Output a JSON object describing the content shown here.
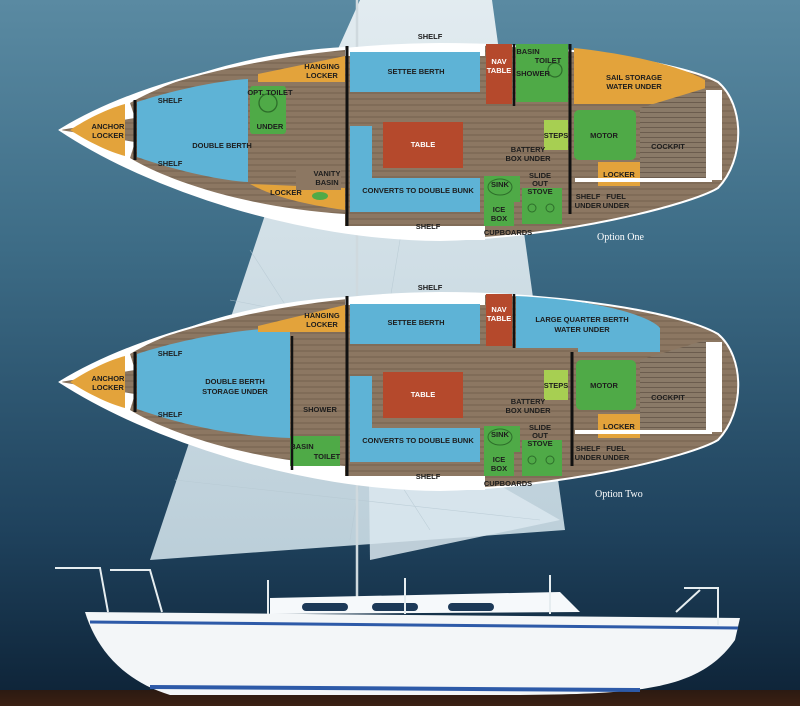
{
  "colors": {
    "background_top": "#4f7c93",
    "background_bottom": "#0d2236",
    "sail": "#e6eef2",
    "hull_outline": "#ffffff",
    "berth_blue": "#5eb3d6",
    "locker_orange": "#e3a33b",
    "engine_green": "#4faa47",
    "table_red": "#b5492c",
    "teak_floor": "#8a7661",
    "hull_stripe": "#2d5aa8"
  },
  "option_one": {
    "caption": "Option One",
    "labels": {
      "shelf_top": "SHELF",
      "nav_table": [
        "NAV",
        "TABLE"
      ],
      "basin": "BASIN",
      "toilet": "TOILET",
      "shower": "SHOWER",
      "hanging_locker": [
        "HANGING",
        "LOCKER"
      ],
      "settee_berth": "SETTEE BERTH",
      "sail_storage": [
        "SAIL STORAGE",
        "WATER UNDER"
      ],
      "shelf_fwd_port": "SHELF",
      "opt_toilet": "OPT. TOILET",
      "under": "UNDER",
      "anchor_locker": [
        "ANCHOR",
        "LOCKER"
      ],
      "double_berth": "DOUBLE BERTH",
      "table": "TABLE",
      "steps": "STEPS",
      "motor": "MOTOR",
      "battery_box": [
        "BATTERY",
        "BOX UNDER"
      ],
      "cockpit": "COCKPIT",
      "shelf_fwd_stbd": "SHELF",
      "vanity_basin": [
        "VANITY",
        "BASIN"
      ],
      "locker_fwd": "LOCKER",
      "converts": "CONVERTS TO DOUBLE BUNK",
      "sink": "SINK",
      "slide_out_stove": [
        "SLIDE",
        "OUT",
        "STOVE"
      ],
      "locker_aft": "LOCKER",
      "ice_box": [
        "ICE",
        "BOX"
      ],
      "shelf_under": [
        "SHELF",
        "UNDER"
      ],
      "fuel_under": [
        "FUEL",
        "UNDER"
      ],
      "shelf_bottom": "SHELF",
      "cupboards": "CUPBOARDS"
    }
  },
  "option_two": {
    "caption": "Option Two",
    "labels": {
      "shelf_top": "SHELF",
      "nav_table": [
        "NAV",
        "TABLE"
      ],
      "hanging_locker": [
        "HANGING",
        "LOCKER"
      ],
      "settee_berth": "SETTEE BERTH",
      "quarter_berth": [
        "LARGE QUARTER BERTH",
        "WATER UNDER"
      ],
      "shelf_fwd_port": "SHELF",
      "anchor_locker": [
        "ANCHOR",
        "LOCKER"
      ],
      "double_berth": [
        "DOUBLE BERTH",
        "STORAGE UNDER"
      ],
      "table": "TABLE",
      "steps": "STEPS",
      "motor": "MOTOR",
      "battery_box": [
        "BATTERY",
        "BOX UNDER"
      ],
      "cockpit": "COCKPIT",
      "shelf_fwd_stbd": "SHELF",
      "shower": "SHOWER",
      "locker_aft": "LOCKER",
      "basin": "BASIN",
      "toilet": "TOILET",
      "converts": "CONVERTS TO DOUBLE BUNK",
      "sink": "SINK",
      "slide_out_stove": [
        "SLIDE",
        "OUT",
        "STOVE"
      ],
      "ice_box": [
        "ICE",
        "BOX"
      ],
      "shelf_under": [
        "SHELF",
        "UNDER"
      ],
      "fuel_under": [
        "FUEL",
        "UNDER"
      ],
      "shelf_bottom": "SHELF",
      "cupboards": "CUPBOARDS"
    }
  }
}
